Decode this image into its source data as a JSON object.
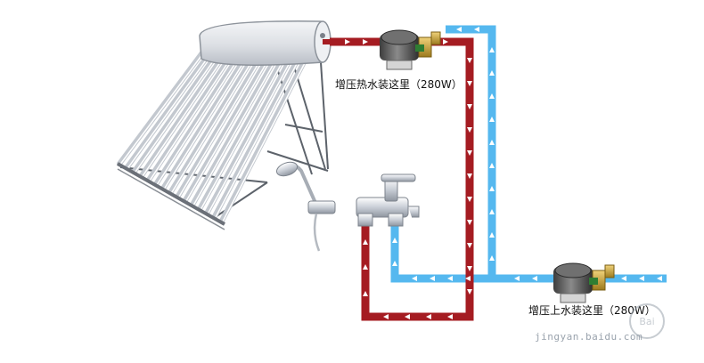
{
  "labels": {
    "hot_pump": "增压热水装这里（280W）",
    "cold_pump": "增压上水装这里（280W）"
  },
  "watermark": {
    "text": "jingyan.baidu.com",
    "badge_text": "Bai"
  },
  "colors": {
    "hot_pipe": "#a51c22",
    "cold_pipe": "#55b8ef",
    "arrow": "#ffffff",
    "pump_body": "#5a5a5a",
    "fitting": "#c9a233"
  },
  "icons": {
    "solar_heater": "solar-water-heater-icon",
    "hot_pump": "water-pump-icon",
    "cold_pump": "water-pump-icon",
    "shower": "shower-head-icon",
    "mixer": "mixer-valve-icon"
  }
}
